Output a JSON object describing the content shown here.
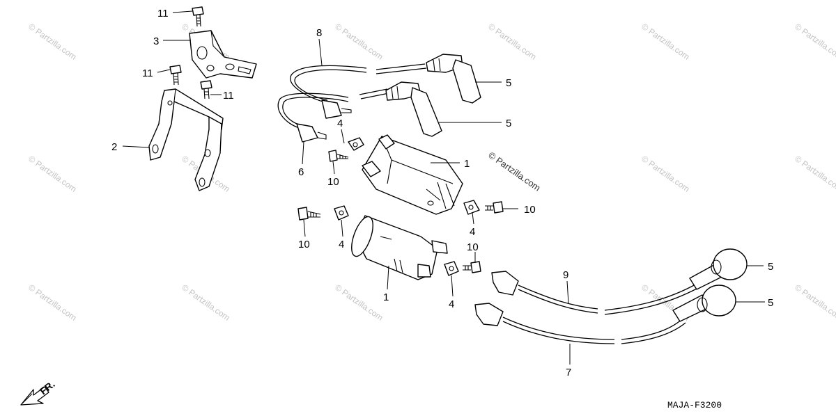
{
  "diagram": {
    "code": "MAJA-F3200",
    "direction_label": "FR.",
    "watermark": "© Partzilla.com",
    "callouts": [
      "1",
      "2",
      "3",
      "4",
      "5",
      "6",
      "7",
      "8",
      "9",
      "10",
      "11"
    ]
  }
}
